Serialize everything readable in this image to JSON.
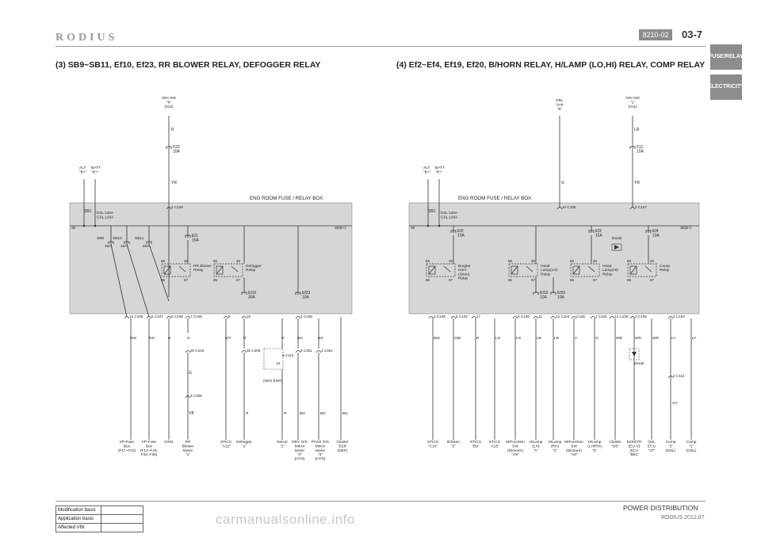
{
  "header": {
    "logo": "RODIUS",
    "section_code": "8210-02",
    "page": "03-7"
  },
  "tabs": [
    "FUSE/RELAY",
    "ELECTRICITY"
  ],
  "left": {
    "title": "(3) SB9~SB11, Ef10, Ef23, RR BLOWER RELAY, DEFOGGER RELAY",
    "box_label": "ENG ROOM FUSE / RELAY BOX",
    "ign": "IGN SW\n\"6\"\n(IG2)",
    "wire_r": "R",
    "fuse_f29": "F29\n10A",
    "wire_yr": "YR",
    "conn_c109_top": "2 C109",
    "alt": "ALT\n\"B+\"",
    "batt": "BATT\n\"B+\"",
    "sb1": "SB1",
    "sb1_rating": "DSL:140A\nGSL:120A",
    "bus_l": "30",
    "bus_r": "30(B+)",
    "fuses": [
      {
        "name": "SB9",
        "rating": "30A"
      },
      {
        "name": "SB10",
        "rating": "40A"
      },
      {
        "name": "SB11",
        "rating": "40A"
      },
      {
        "name": "Ef1",
        "rating": "15A"
      },
      {
        "name": "Ef10",
        "rating": "30A"
      },
      {
        "name": "Ef23",
        "rating": "10A"
      }
    ],
    "relays": [
      {
        "label": "RR Blower\nRelay",
        "pins": [
          "86",
          "30",
          "85",
          "87"
        ]
      },
      {
        "label": "Defogger\nRelay",
        "pins": [
          "86",
          "30",
          "85",
          "87"
        ]
      }
    ],
    "connectors": [
      "12 C109",
      "6 C107",
      "5 C108",
      "7 C109",
      "6",
      "10",
      "4 C109"
    ],
    "wires": [
      "RW",
      "RW",
      "B",
      "G",
      "B/Y",
      "R",
      "R",
      "BG",
      "BG"
    ],
    "mid_connectors": [
      "20 C218",
      "35 C205",
      "6 C110",
      "13",
      "9 C351",
      "4 C361",
      "3 C305"
    ],
    "wire_g2": "G",
    "wire_yb": "YB",
    "wesp": "(W/O ESP)",
    "lower_wires": [
      "R",
      "R",
      "BG",
      "BG",
      "BG"
    ],
    "components": [
      "I/P-Fuse\nBox\n(F17~F22)",
      "I/P-Fuse\nBox\n(F13~F16,\nF34, F35)",
      "G201",
      "RR\nBlower\nMotor\n\"1\"",
      "STICS\n\"A12\"",
      "Defogger\n\"1\"",
      "Deicer\n\"1\"",
      "DRV O/S\nMirror\nMotor\n\"4\"\n(HTR)",
      "PASS O/S\nMirror\nMotor\n\"4\"\n(HTR)",
      "Cluster\n\"D16\"\n(DEF)"
    ]
  },
  "right": {
    "title": "(4) Ef2~Ef4, Ef19, Ef20, B/HORN RELAY, H/LAMP (LO,HI) RELAY, COMP RELAY",
    "box_label": "ENG ROOM FUSE / RELAY BOX",
    "drl": "DRL\nUnit\n\"8\"",
    "ign": "IGN SW\n\"1\"\n(IG1)",
    "wire_g": "G",
    "wire_lr": "LR",
    "fuse_f11": "F11\n10A",
    "wire_yr": "YR",
    "conn_c105_top": "10 C105",
    "conn_c107_top": "3 C107",
    "alt": "ALT\n\"B+\"",
    "batt": "BATT\n\"B+\"",
    "sb1": "SB1",
    "sb1_rating": "DSL:140A\nGSL:120A",
    "bus_l": "30",
    "bus_r": "30(B+)",
    "fuses": [
      {
        "name": "Ef2",
        "rating": "10A"
      },
      {
        "name": "Ef3",
        "rating": "15A"
      },
      {
        "name": "Ef4",
        "rating": "10A"
      },
      {
        "name": "Ef19",
        "rating": "10A"
      },
      {
        "name": "Ef20",
        "rating": "10A"
      }
    ],
    "diode_top": "Diode",
    "relays": [
      {
        "label": "Burglar\nHorn\n(Siren)\nRelay",
        "pins": [
          "86",
          "30",
          "85",
          "87"
        ]
      },
      {
        "label": "Head\nLamp(LO)\nRelay",
        "pins": [
          "86",
          "30",
          "85",
          "87"
        ]
      },
      {
        "label": "Head\nLamp(HI)\nRelay",
        "pins": [
          "86",
          "30",
          "85",
          "87"
        ]
      },
      {
        "label": "Comp\nRelay",
        "pins": [
          "86",
          "30",
          "85",
          "87"
        ]
      }
    ],
    "connectors": [
      "3 C105",
      "6 C102",
      "17",
      "8 C105",
      "11",
      "13 C104",
      "C105",
      "1 C102",
      "12 C106",
      "3 C105",
      "4 C104"
    ],
    "wires": [
      "BW",
      "GBr",
      "R",
      "LG",
      "LG",
      "LB",
      "LR",
      "Y",
      "G",
      "WB",
      "WR",
      "WR",
      "LY",
      "LY"
    ],
    "diode_bottom": "Diode",
    "c113": "2 C113",
    "wire_gy": "GY",
    "components": [
      "STICS\n\"C10\"",
      "B/Siren\n\"2\"",
      "STICS\n\"B9\"",
      "STICS\n\"A15\"",
      "M/Function\nSW\n(Dimmer)\n\"A9\"",
      "H/Lamp\n(LH)\n\"1\"",
      "H/Lamp\n(RH)\n\"1\"",
      "M/Function\nSW\n(Dimmer)\n\"A8\"",
      "H/Lamp\n(LH/RH)\n\"2\"",
      "Cluster\n\"D8\"",
      "D20DTR\n(EU-V)\nECU\n\"B51\"",
      "GSL\nECU\n\"27\"",
      "Comp\n\"2\"\n(DSL)",
      "Comp\n\"1\"\n(GSL)"
    ]
  },
  "mod_table": [
    "Modification basis",
    "Application basis",
    "Affected VIN"
  ],
  "footer": {
    "title": "POWER DISTRIBUTION",
    "model": "RODIUS 2012.07"
  },
  "watermark": "carmanualsonline.info"
}
